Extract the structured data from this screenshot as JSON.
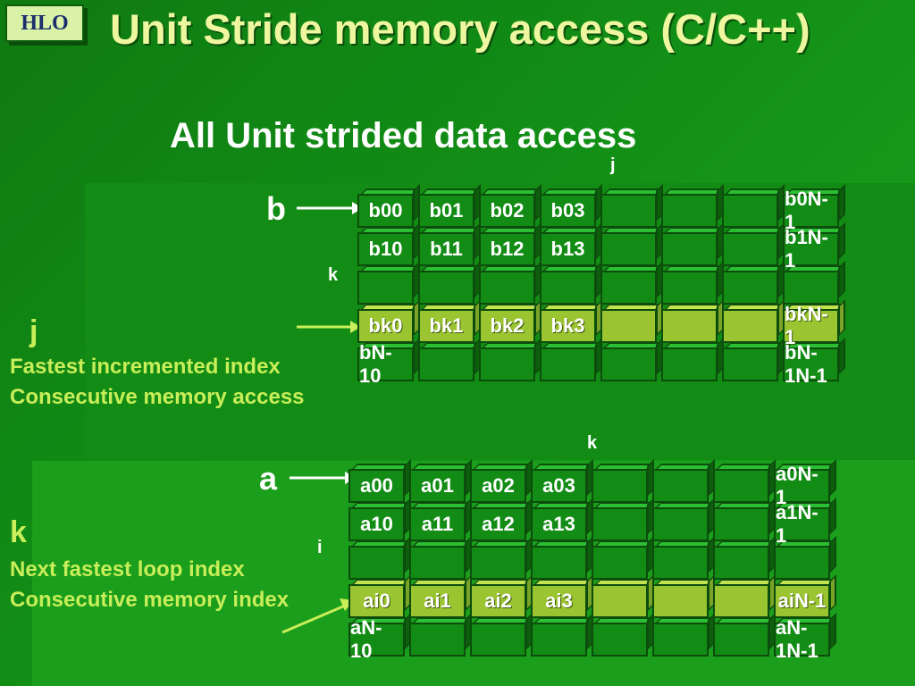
{
  "logo": "HLO",
  "title": "Unit Stride memory access (C/C++)",
  "subtitle": "All Unit strided data access",
  "colors": {
    "background": "#128c14",
    "title": "#eef7a0",
    "highlight_row": "#9bc431",
    "side_text": "#c8ee59",
    "cell_border": "#0c4c0c"
  },
  "matrix_b": {
    "name": "b",
    "col_index": "j",
    "row_index": "k",
    "rows": [
      [
        "b00",
        "b01",
        "b02",
        "b03",
        "",
        "",
        "",
        "b0N-1"
      ],
      [
        "b10",
        "b11",
        "b12",
        "b13",
        "",
        "",
        "",
        "b1N-1"
      ],
      [
        "",
        "",
        "",
        "",
        "",
        "",
        "",
        ""
      ],
      [
        "bk0",
        "bk1",
        "bk2",
        "bk3",
        "",
        "",
        "",
        "bkN-1"
      ],
      [
        "bN-10",
        "",
        "",
        "",
        "",
        "",
        "",
        "bN-1N-1"
      ]
    ],
    "highlight_row": 3
  },
  "matrix_a": {
    "name": "a",
    "col_index": "k",
    "row_index": "i",
    "rows": [
      [
        "a00",
        "a01",
        "a02",
        "a03",
        "",
        "",
        "",
        "a0N-1"
      ],
      [
        "a10",
        "a11",
        "a12",
        "a13",
        "",
        "",
        "",
        "a1N-1"
      ],
      [
        "",
        "",
        "",
        "",
        "",
        "",
        "",
        ""
      ],
      [
        "ai0",
        "ai1",
        "ai2",
        "ai3",
        "",
        "",
        "",
        "aiN-1"
      ],
      [
        "aN-10",
        "",
        "",
        "",
        "",
        "",
        "",
        "aN-1N-1"
      ]
    ],
    "highlight_row": 3
  },
  "side_j": {
    "letter": "j",
    "line1": "Fastest incremented index",
    "line2": "Consecutive memory access"
  },
  "side_k": {
    "letter": "k",
    "line1": "Next fastest loop index",
    "line2": "Consecutive memory index"
  }
}
